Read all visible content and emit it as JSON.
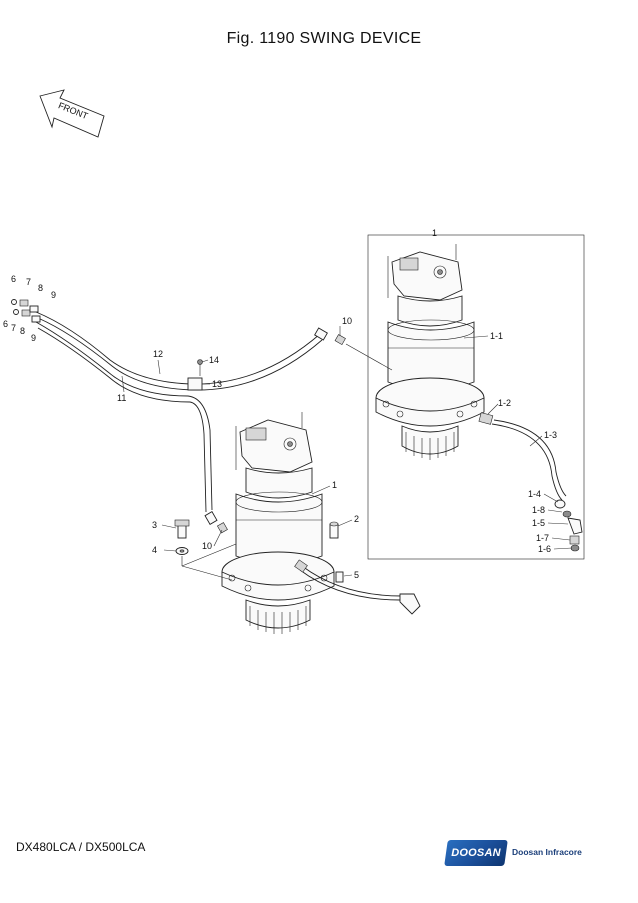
{
  "figure": {
    "title": "Fig. 1190 SWING DEVICE"
  },
  "front_arrow": {
    "label": "FRONT"
  },
  "callouts": {
    "c1_box": "1",
    "c1_1": "1-1",
    "c1_2": "1-2",
    "c1_3": "1-3",
    "c1_4": "1-4",
    "c1_8": "1-8",
    "c1_5": "1-5",
    "c1_7": "1-7",
    "c1_6": "1-6",
    "c1": "1",
    "c2": "2",
    "c3": "3",
    "c4": "4",
    "c5": "5",
    "c6a": "6",
    "c7a": "7",
    "c8a": "8",
    "c9a": "9",
    "c6b": "6",
    "c7b": "7",
    "c8b": "8",
    "c9b": "9",
    "c10a": "10",
    "c10b": "10",
    "c11": "11",
    "c12": "12",
    "c13": "13",
    "c14": "14"
  },
  "footer": {
    "model": "DX480LCA / DX500LCA",
    "brand_mark": "DOOSAN",
    "brand_name": "Doosan Infracore"
  },
  "colors": {
    "brand": "#1b4f9a",
    "line": "#222222"
  }
}
